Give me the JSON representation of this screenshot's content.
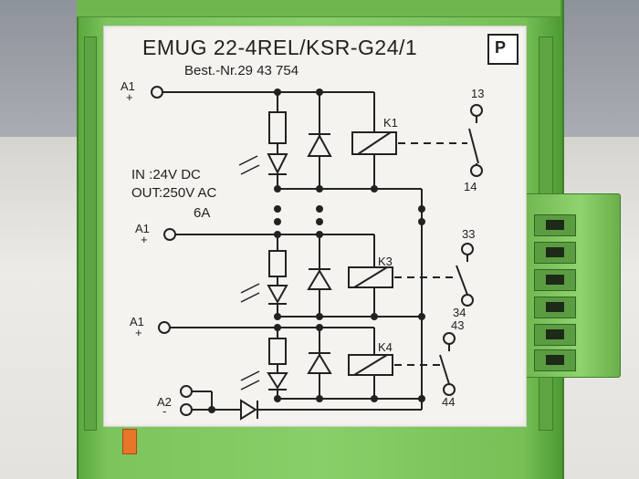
{
  "label": {
    "model": "EMUG 22-4REL/KSR-G24/1",
    "order_number": "Best.-Nr.29 43 754",
    "spec_in": "IN  :24V DC",
    "spec_out": "OUT:250V AC",
    "spec_current": "6A"
  },
  "schematic": {
    "a1_top": "A1",
    "a1_mid": "A1",
    "a1_low": "A1",
    "a2": "A2",
    "plus": "+",
    "minus": "-",
    "k1": "K1",
    "k3": "K3",
    "k4": "K4",
    "t13": "13",
    "t14": "14",
    "t33": "33",
    "t34": "34",
    "t43": "43",
    "t44": "44"
  },
  "colors": {
    "housing_green": "#88cf69",
    "label_bg": "#f4f3ef",
    "terminal_tab": "#e8762a"
  }
}
